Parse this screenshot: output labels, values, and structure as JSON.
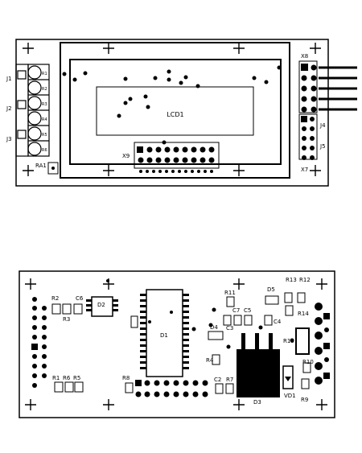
{
  "top_board": {
    "lcd_label": "LCD1",
    "connector_labels": [
      "J1",
      "J2",
      "J3",
      "X8",
      "J4",
      "J5",
      "X7",
      "X9",
      "RA1"
    ],
    "resistor_labels": [
      "R1",
      "R2",
      "R3",
      "R4",
      "R5",
      "R6"
    ]
  },
  "bottom_board": {
    "labels": [
      "R2",
      "C6",
      "D2",
      "R3",
      "R11",
      "C7",
      "C5",
      "D5",
      "R13",
      "R12",
      "R14",
      "D1",
      "D4",
      "C3",
      "C4",
      "R15",
      "R4",
      "R10",
      "R1",
      "R6",
      "R5",
      "R8",
      "C2",
      "R7",
      "D3",
      "VD1",
      "R9"
    ]
  },
  "colors": {
    "ink": "#000000",
    "paper": "#ffffff"
  }
}
